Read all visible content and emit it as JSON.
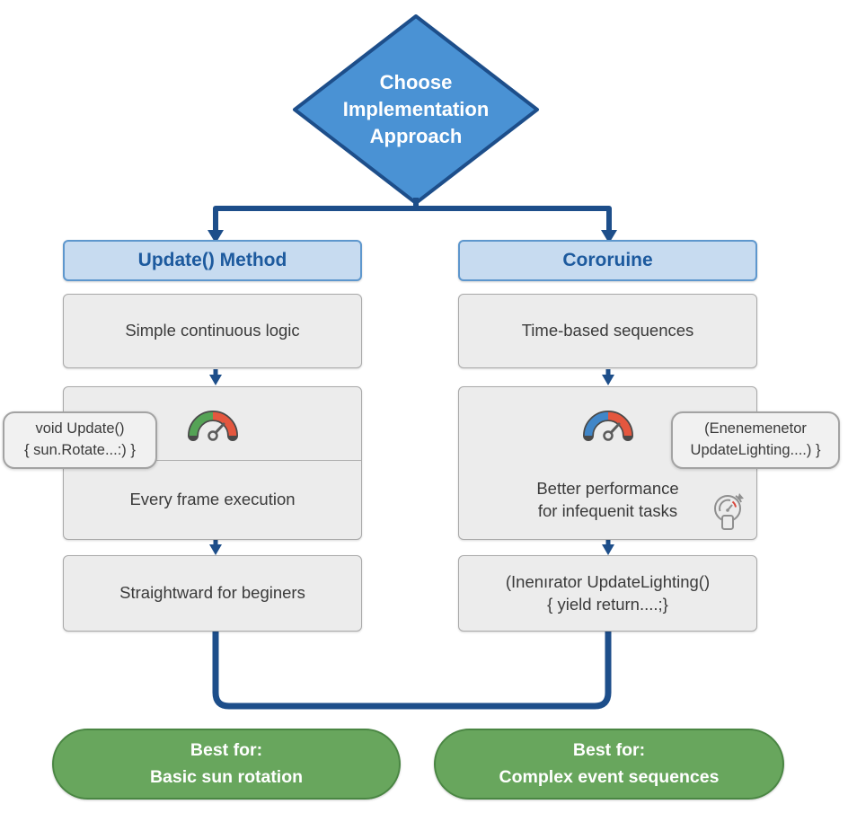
{
  "decision": {
    "label": "Choose\nImplementation\nApproach"
  },
  "left_branch": {
    "header": "Update() Method",
    "step1": "Simple continuous logic",
    "step2": "Every frame execution",
    "step3": "Straightward for beginers",
    "callout": "void Update()\n{ sun.Rotate...:) }",
    "best_for": "Best for:\nBasic sun rotation",
    "gauge_icon": "speedometer-green-red"
  },
  "right_branch": {
    "header": "Cororuine",
    "step1": "Time-based sequences",
    "step2": "Better performance\nfor infequenit tasks",
    "step3": "(Inenırator UpdateLighting()\n{ yield return....;}",
    "callout": "(Enenemenetor\nUpdateLighting....) }",
    "best_for": "Best for:\nComplex event sequences",
    "gauge_icon": "speedometer-blue-red",
    "extra_icon": "rotation-timer"
  },
  "colors": {
    "connector_navy": "#1d4e8a",
    "diamond_fill": "#4a92d4",
    "header_fill": "#c7dbf0",
    "header_border": "#5e97cd",
    "header_text": "#1d5a9e",
    "box_fill": "#ececec",
    "box_border": "#a9a9a9",
    "body_text": "#3a3a3a",
    "pill_fill": "#68a65d",
    "pill_border": "#4a8643",
    "pill_text": "#ffffff",
    "gauge_green": "#55a356",
    "gauge_blue": "#4086c8",
    "gauge_red": "#e4573f"
  }
}
